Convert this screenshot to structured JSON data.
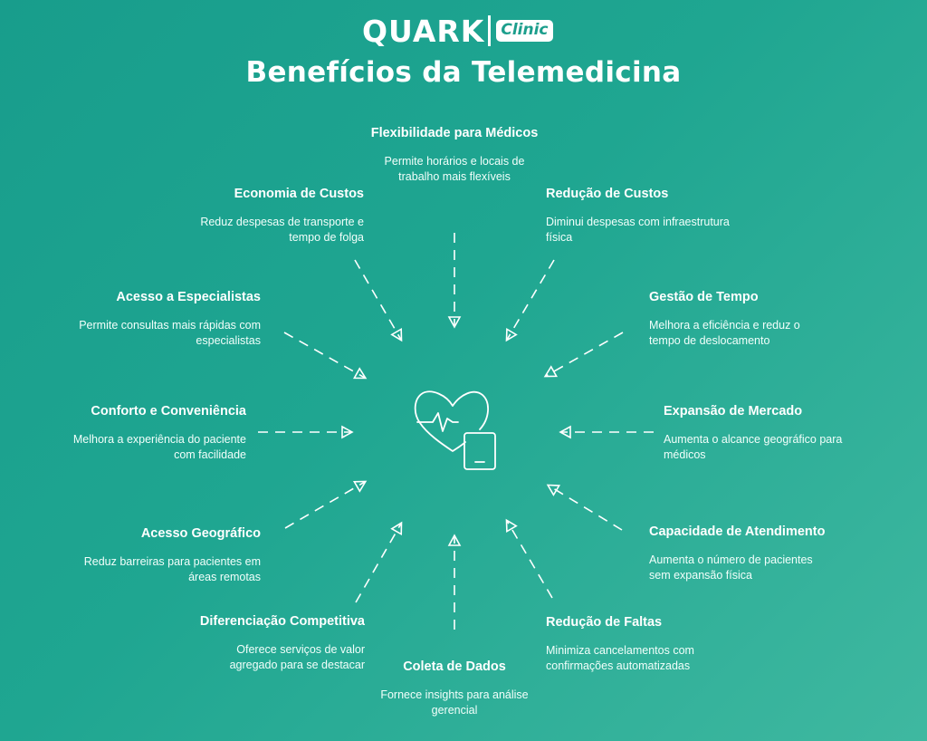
{
  "brand": {
    "name_main": "QUARK",
    "name_sub": "Clinic"
  },
  "title": "Benefícios da Telemedicina",
  "center_icon": "heart-phone-icon",
  "colors": {
    "background_start": "#189d8c",
    "background_end": "#3fb8a0",
    "text": "#ffffff"
  },
  "benefits": [
    {
      "title": "Flexibilidade para Médicos",
      "description": "Permite horários e locais de trabalho mais flexíveis"
    },
    {
      "title": "Redução de Custos",
      "description": "Diminui despesas com infraestrutura física"
    },
    {
      "title": "Gestão de Tempo",
      "description": "Melhora a eficiência e reduz o tempo de deslocamento"
    },
    {
      "title": "Expansão de Mercado",
      "description": "Aumenta o alcance geográfico para médicos"
    },
    {
      "title": "Capacidade de Atendimento",
      "description": "Aumenta o número de pacientes sem expansão física"
    },
    {
      "title": "Redução de Faltas",
      "description": "Minimiza cancelamentos com confirmações automatizadas"
    },
    {
      "title": "Coleta de Dados",
      "description": "Fornece insights para análise gerencial"
    },
    {
      "title": "Diferenciação Competitiva",
      "description": "Oferece serviços de valor agregado para se destacar"
    },
    {
      "title": "Acesso Geográfico",
      "description": "Reduz barreiras para pacientes em áreas remotas"
    },
    {
      "title": "Conforto e Conveniência",
      "description": "Melhora a experiência do paciente com facilidade"
    },
    {
      "title": "Acesso a Especialistas",
      "description": "Permite consultas mais rápidas com especialistas"
    },
    {
      "title": "Economia de Custos",
      "description": "Reduz despesas de transporte e tempo de folga"
    }
  ]
}
